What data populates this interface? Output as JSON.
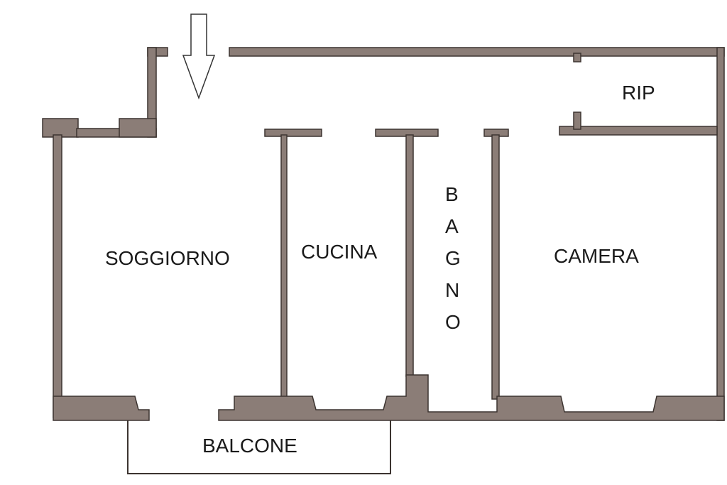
{
  "rooms": {
    "soggiorno": "SOGGIORNO",
    "cucina": "CUCINA",
    "bagno": "BAGNO",
    "bagno_letters": [
      "B",
      "A",
      "G",
      "N",
      "O"
    ],
    "camera": "CAMERA",
    "rip": "RIP",
    "balcone": "BALCONE"
  },
  "colors": {
    "wall_fill": "#8b7d77",
    "wall_stroke": "#3c3430",
    "background": "#ffffff"
  },
  "icons": {
    "entrance": "down-arrow-icon"
  }
}
